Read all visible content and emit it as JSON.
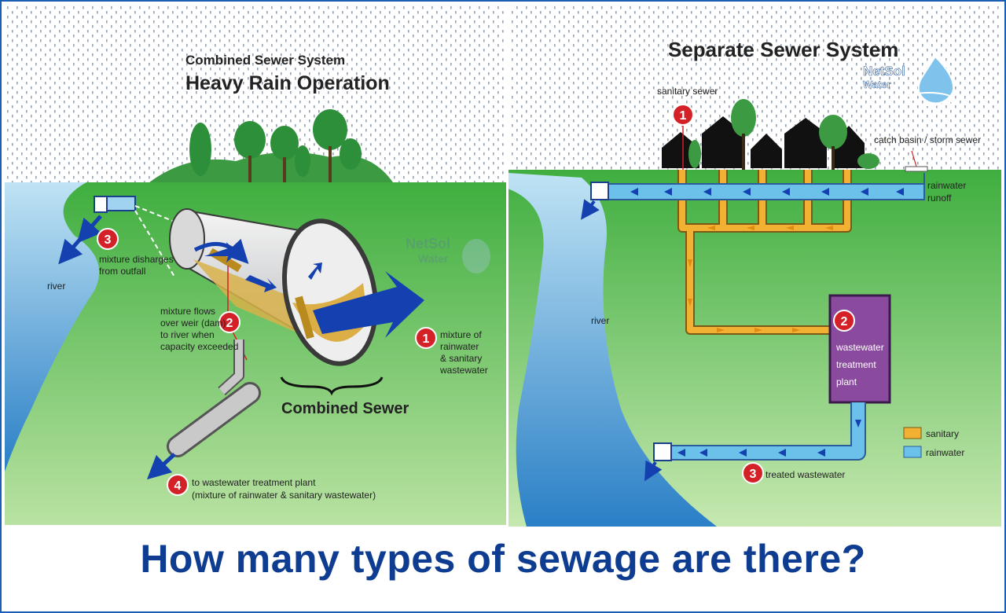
{
  "headline": "How many types of sewage are there?",
  "watermark": {
    "line1": "NetSol",
    "line2": "Water"
  },
  "colors": {
    "sky_dots": "#8fa0b4",
    "ground": "#4db848",
    "river": "#2f8fd0",
    "sanitary": "#f2b132",
    "rainwater": "#6cc1ea",
    "arrow": "#1540b0",
    "marker": "#d42027",
    "plant": "#8a4a9e",
    "headline": "#0d3c91"
  },
  "combined": {
    "title_line1": "Combined Sewer System",
    "title_line2": "Heavy Rain Operation",
    "pipe_label": "Combined Sewer",
    "river_label": "river",
    "steps": [
      {
        "num": "1",
        "lines": [
          "mixture of",
          "rainwater",
          "& sanitary",
          "wastewater"
        ]
      },
      {
        "num": "2",
        "lines": [
          "mixture flows",
          "over weir (dam)",
          "to river when",
          "capacity exceeded"
        ]
      },
      {
        "num": "3",
        "lines": [
          "mixture disharges",
          "from outfall"
        ]
      },
      {
        "num": "4",
        "lines": [
          "to wastewater treatment plant",
          "(mixture of rainwater & sanitary wastewater)"
        ]
      }
    ]
  },
  "separate": {
    "title": "Separate Sewer System",
    "river_label": "river",
    "sanitary_sewer_label": "sanitary sewer",
    "catch_basin_label": "catch basin / storm sewer",
    "runoff_label_line1": "rainwater",
    "runoff_label_line2": "runoff",
    "plant_label_lines": [
      "wastewater",
      "treatment",
      "plant"
    ],
    "steps": [
      {
        "num": "1"
      },
      {
        "num": "2"
      },
      {
        "num": "3",
        "label": "treated wastewater"
      }
    ],
    "legend": [
      {
        "name": "sanitary",
        "color": "#f2b132"
      },
      {
        "name": "rainwater",
        "color": "#6cc1ea"
      }
    ]
  }
}
